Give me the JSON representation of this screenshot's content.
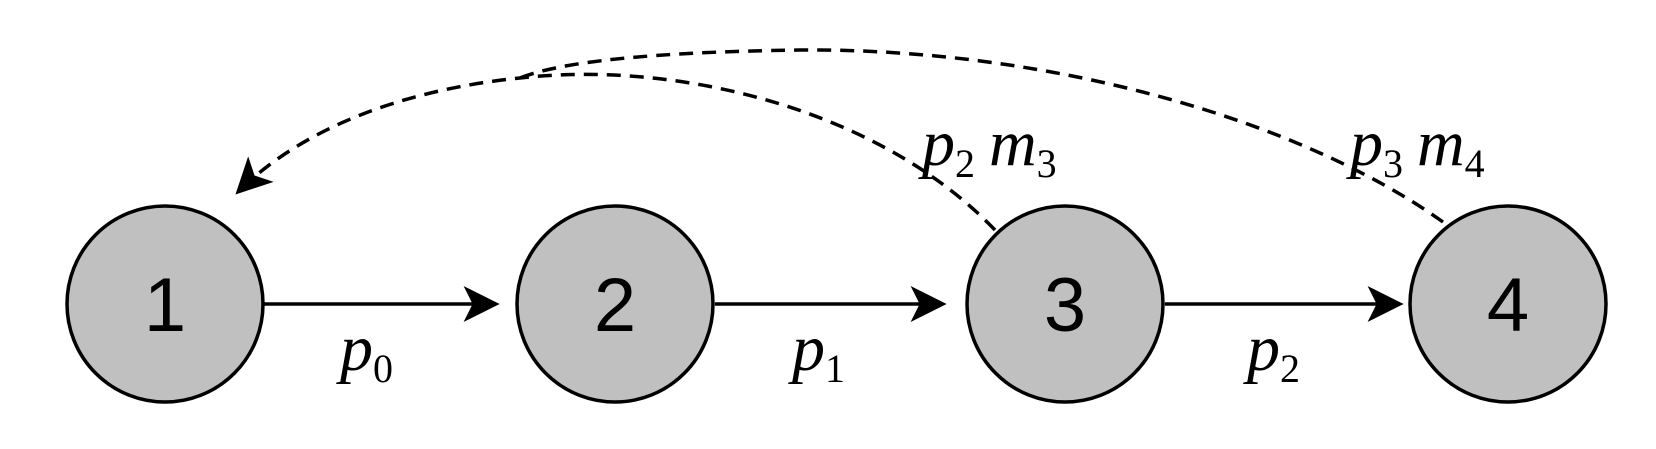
{
  "colors": {
    "node_fill": "#c0c0c0",
    "stroke": "#000000",
    "background": "#ffffff"
  },
  "nodes": [
    {
      "id": "1",
      "label": "1"
    },
    {
      "id": "2",
      "label": "2"
    },
    {
      "id": "3",
      "label": "3"
    },
    {
      "id": "4",
      "label": "4"
    }
  ],
  "edges": [
    {
      "from": "1",
      "to": "2",
      "style": "solid",
      "label": {
        "var": "p",
        "sub": "0"
      }
    },
    {
      "from": "2",
      "to": "3",
      "style": "solid",
      "label": {
        "var": "p",
        "sub": "1"
      }
    },
    {
      "from": "3",
      "to": "4",
      "style": "solid",
      "label": {
        "var": "p",
        "sub": "2"
      }
    },
    {
      "from": "3",
      "to": "1",
      "style": "dashed",
      "label": {
        "terms": [
          {
            "var": "p",
            "sub": "2"
          },
          {
            "var": "m",
            "sub": "3"
          }
        ]
      }
    },
    {
      "from": "4",
      "to": "1",
      "style": "dashed",
      "label": {
        "terms": [
          {
            "var": "p",
            "sub": "3"
          },
          {
            "var": "m",
            "sub": "4"
          }
        ]
      }
    }
  ]
}
